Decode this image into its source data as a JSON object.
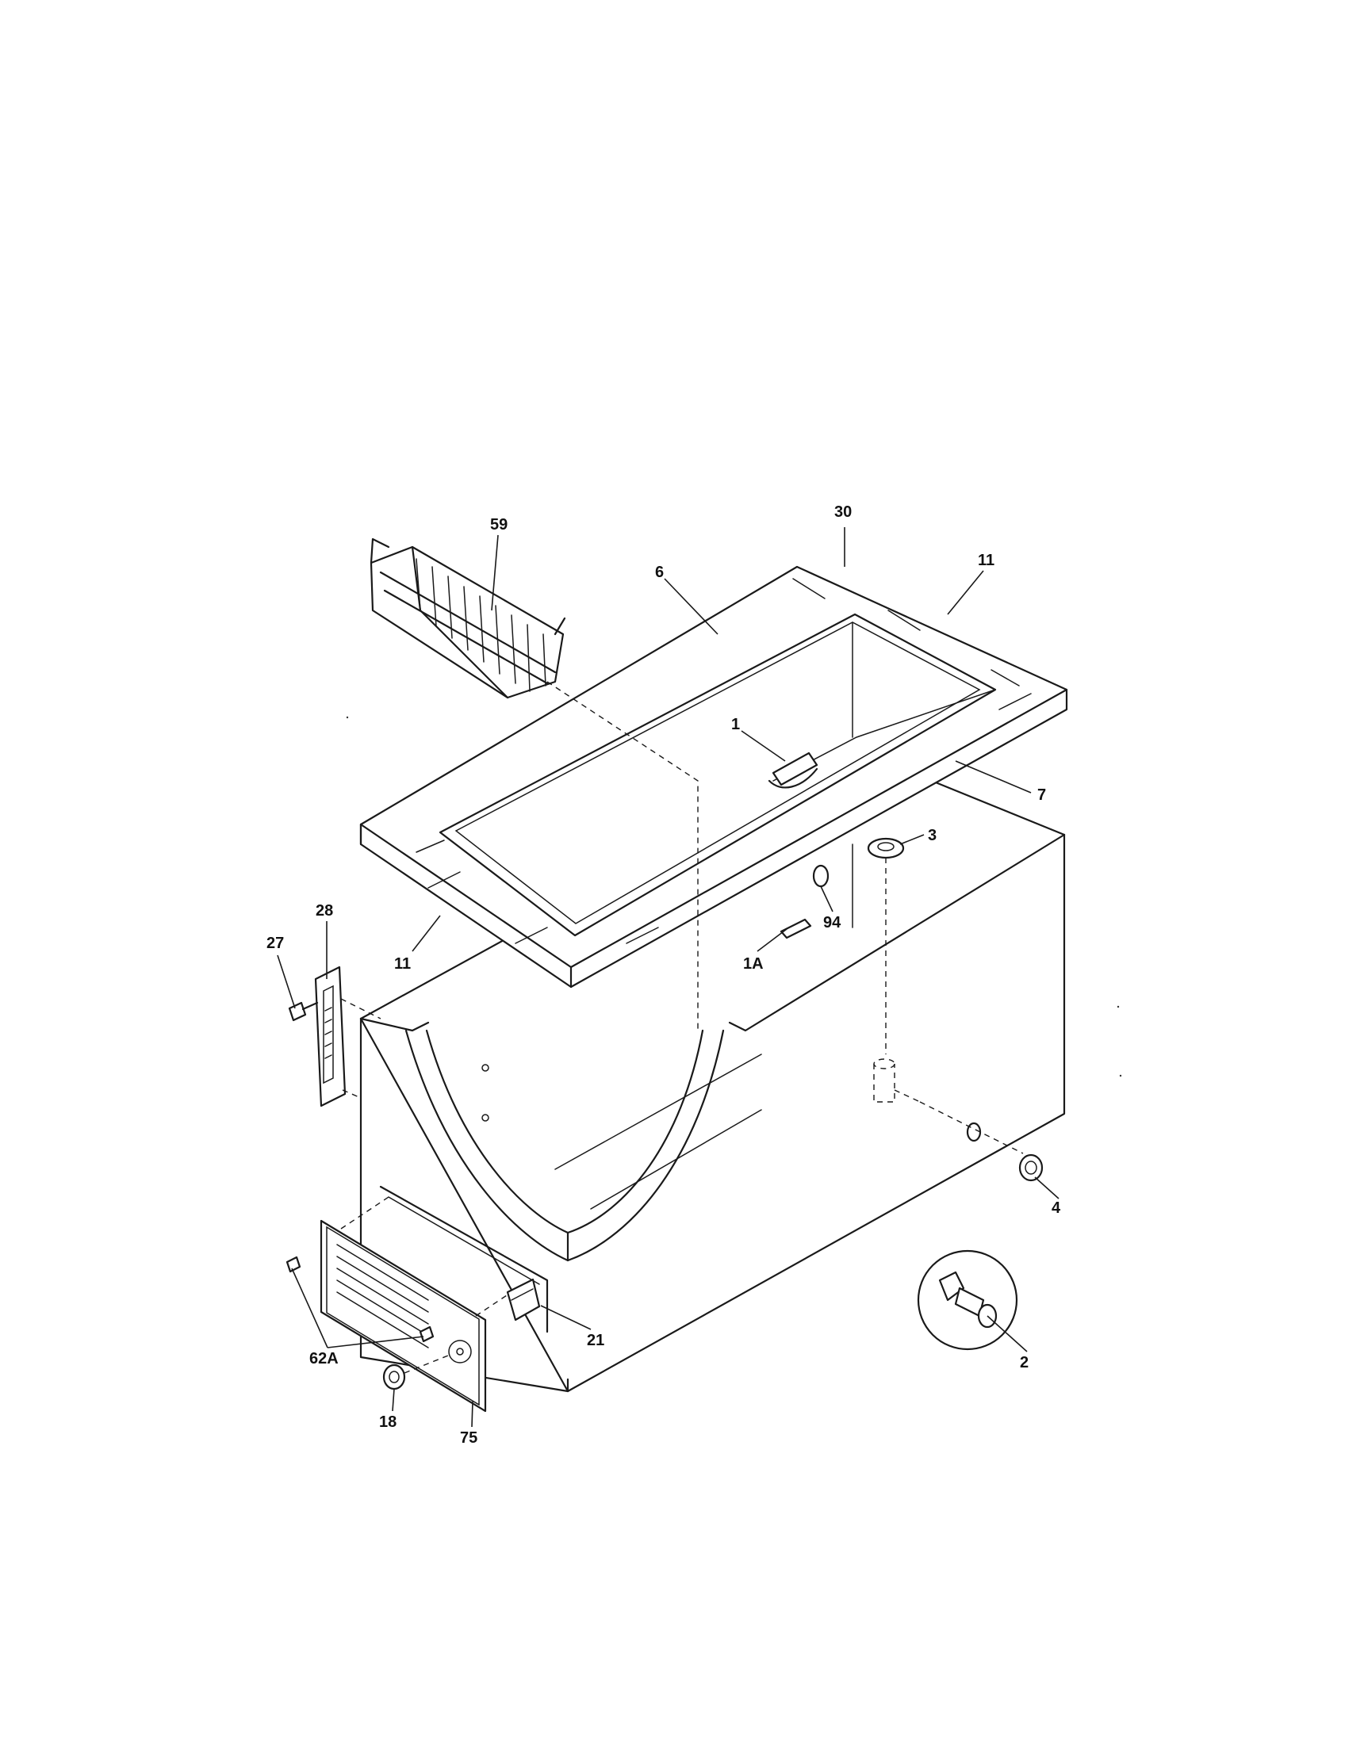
{
  "diagram": {
    "callouts": [
      {
        "id": "30",
        "label": "30"
      },
      {
        "id": "59",
        "label": "59"
      },
      {
        "id": "6",
        "label": "6"
      },
      {
        "id": "11-top",
        "label": "11"
      },
      {
        "id": "1",
        "label": "1"
      },
      {
        "id": "7",
        "label": "7"
      },
      {
        "id": "3",
        "label": "3"
      },
      {
        "id": "94",
        "label": "94"
      },
      {
        "id": "1A",
        "label": "1A"
      },
      {
        "id": "11-bottom",
        "label": "11"
      },
      {
        "id": "28",
        "label": "28"
      },
      {
        "id": "27",
        "label": "27"
      },
      {
        "id": "4",
        "label": "4"
      },
      {
        "id": "2",
        "label": "2"
      },
      {
        "id": "21",
        "label": "21"
      },
      {
        "id": "62A",
        "label": "62A"
      },
      {
        "id": "18",
        "label": "18"
      },
      {
        "id": "75",
        "label": "75"
      }
    ]
  }
}
